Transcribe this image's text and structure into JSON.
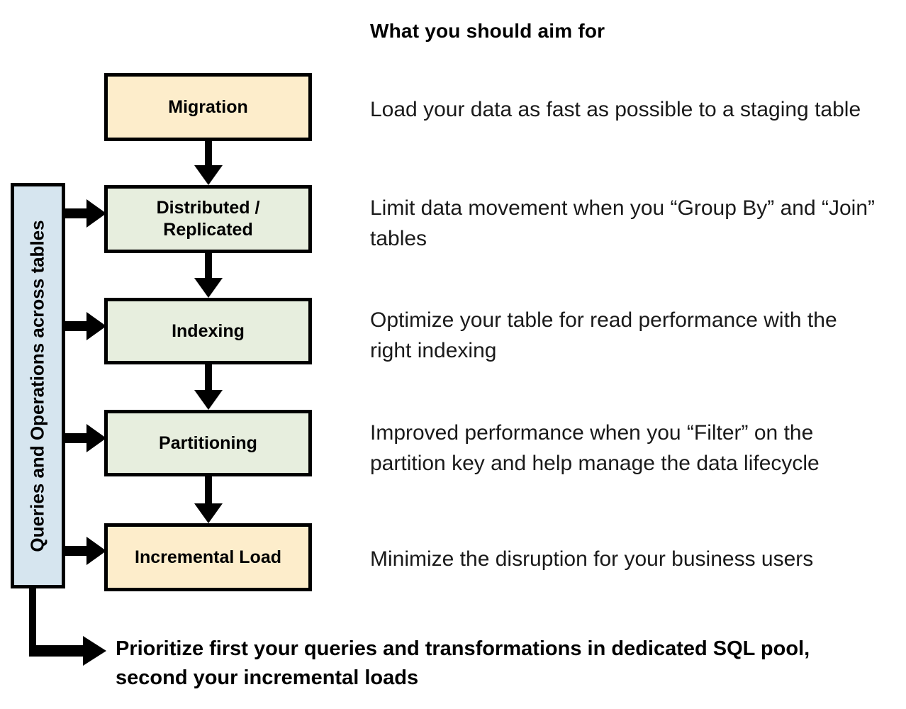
{
  "header": {
    "title": "What you should aim for"
  },
  "side_bar": {
    "label": "Queries and Operations across tables",
    "color": "#D6E5EF"
  },
  "colors": {
    "cream": "#FDEDCB",
    "green": "#E7EEDE",
    "blue": "#D6E5EF",
    "outline": "#000000",
    "background": "#FFFFFF"
  },
  "stages": [
    {
      "label": "Migration",
      "fill": "#FDEDCB",
      "description": "Load your data as fast as possible to a staging table",
      "has_side_arrow": false
    },
    {
      "label": "Distributed / Replicated",
      "label_line_1": "Distributed /",
      "label_line_2": "Replicated",
      "fill": "#E7EEDE",
      "description": "Limit data movement when you “Group By” and “Join” tables",
      "has_side_arrow": true
    },
    {
      "label": "Indexing",
      "fill": "#E7EEDE",
      "description": "Optimize your table for read performance with the right indexing",
      "has_side_arrow": true
    },
    {
      "label": "Partitioning",
      "fill": "#E7EEDE",
      "description": "Improved performance when you “Filter” on the partition key and help manage the data lifecycle",
      "has_side_arrow": true
    },
    {
      "label": "Incremental Load",
      "fill": "#FDEDCB",
      "description": "Minimize the disruption for your business users",
      "has_side_arrow": true
    }
  ],
  "conclusion": {
    "text": "Prioritize first your queries and transformations in dedicated SQL pool, second your incremental loads"
  }
}
